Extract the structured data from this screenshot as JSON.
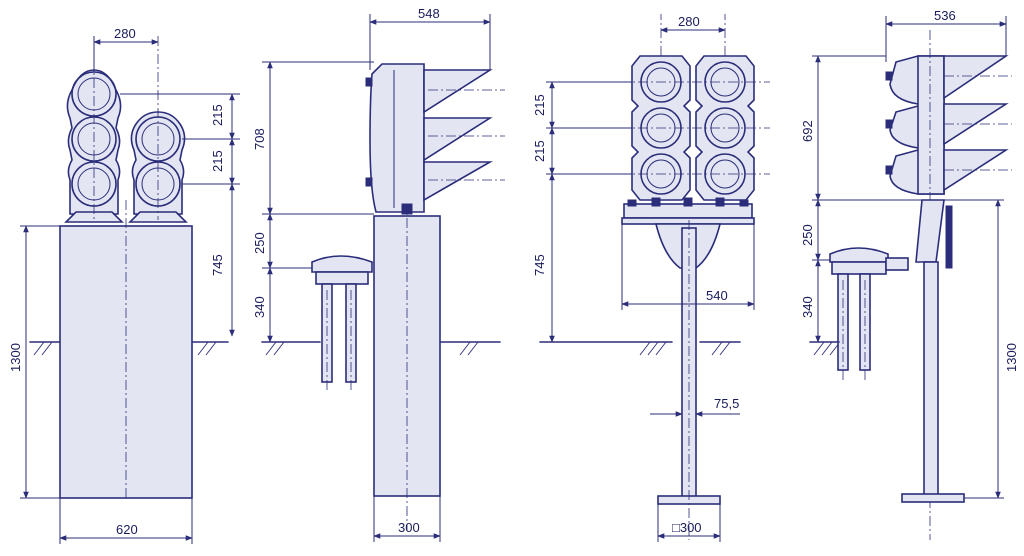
{
  "view1": {
    "width_top": "280",
    "spacing_a": "215",
    "spacing_b": "215",
    "height_upper": "745",
    "height_total": "1300",
    "base_width": "620"
  },
  "view2": {
    "depth": "548",
    "head_height": "708",
    "offset_a": "250",
    "offset_b": "340",
    "base_width": "300"
  },
  "view3": {
    "width_top": "280",
    "spacing_a": "215",
    "spacing_b": "215",
    "height_lower": "745",
    "bracket_width": "540",
    "pole_diameter": "75,5",
    "base_plate": "□300"
  },
  "view4": {
    "depth": "536",
    "head_height": "692",
    "offset_a": "250",
    "offset_b": "340",
    "height_total": "1300"
  }
}
